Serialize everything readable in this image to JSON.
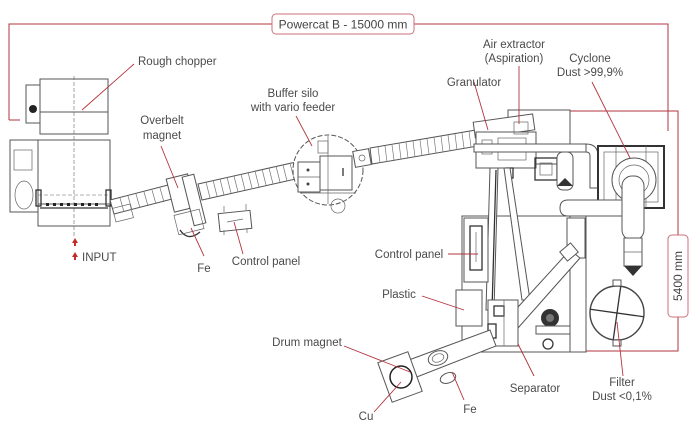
{
  "diagram": {
    "title": "Powercat B plant layout",
    "dimensions": {
      "length": "Powercat B - 15000 mm",
      "width": "5400 mm"
    },
    "colors": {
      "accent": "#b2343c",
      "drawing": "#555555",
      "text": "#4a4a4a"
    },
    "labels": {
      "rough_chopper": "Rough chopper",
      "overbelt_magnet_1": "Overbelt",
      "overbelt_magnet_2": "magnet",
      "buffer_silo_1": "Buffer silo",
      "buffer_silo_2": "with vario feeder",
      "air_extractor_1": "Air extractor",
      "air_extractor_2": "(Aspiration)",
      "granulator": "Granulator",
      "cyclone_1": "Cyclone",
      "cyclone_2": "Dust >99,9%",
      "input": "INPUT",
      "fe_overbelt": "Fe",
      "control_panel_1": "Control panel",
      "control_panel_2": "Control panel",
      "plastic": "Plastic",
      "drum_magnet": "Drum magnet",
      "cu": "Cu",
      "fe_drum": "Fe",
      "separator": "Separator",
      "filter_1": "Filter",
      "filter_2": "Dust <0,1%"
    }
  }
}
